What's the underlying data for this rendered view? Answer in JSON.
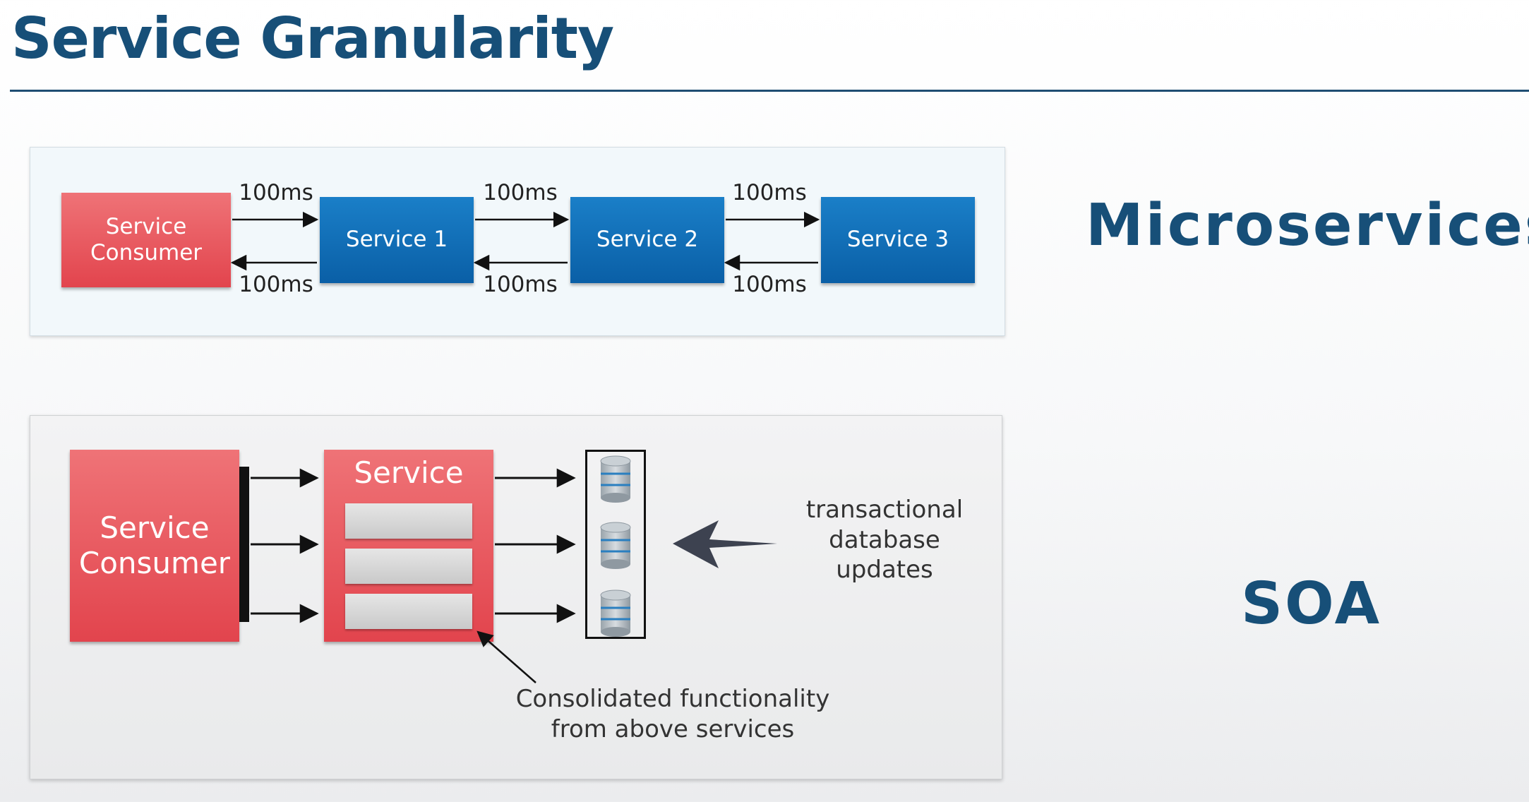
{
  "slide": {
    "title": "Service Granularity"
  },
  "microservices": {
    "label": "Microservices",
    "consumer_label": "Service Consumer",
    "services": [
      "Service 1",
      "Service 2",
      "Service 3"
    ],
    "latency_top": [
      "100ms",
      "100ms",
      "100ms"
    ],
    "latency_bottom": [
      "100ms",
      "100ms",
      "100ms"
    ]
  },
  "soa": {
    "label": "SOA",
    "consumer_label": "Service Consumer",
    "service_label": "Service",
    "db_note": "transactional\ndatabase\nupdates",
    "consolidated_note": "Consolidated functionality\nfrom above services"
  },
  "colors": {
    "title": "#174f78",
    "consumer_red": "#e2444d",
    "service_blue": "#0a5fa6"
  },
  "icons": [
    "database-icon",
    "arrow-right-icon",
    "arrow-left-icon",
    "pointer-arrow-icon"
  ]
}
